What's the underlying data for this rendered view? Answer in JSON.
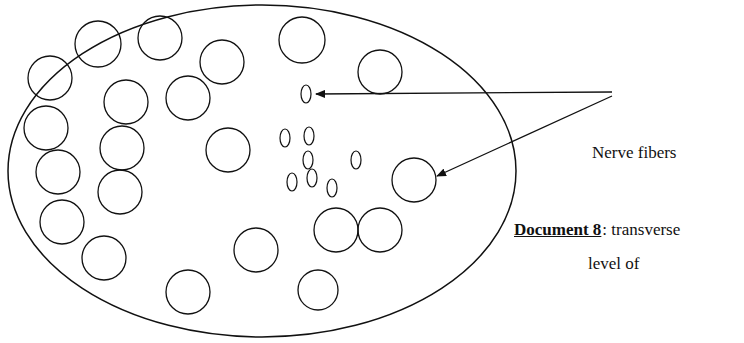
{
  "diagram": {
    "labels": [
      "Nerve fibers",
      "Document 8",
      ": transverse",
      "level of"
    ]
  }
}
